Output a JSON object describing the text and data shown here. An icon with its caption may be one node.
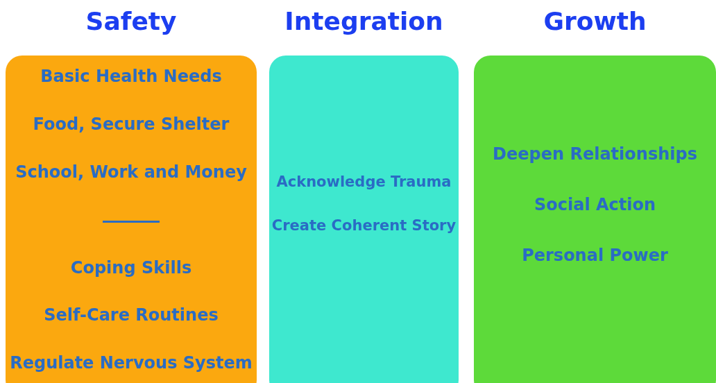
{
  "diagram": {
    "nodes": [
      {
        "text": [
          "Safety",
          "Basic Health Needs",
          "Food, Secure Shelter",
          "School, Work and Money",
          "Coping Skills",
          "Self-Care Routines",
          "Regulate Nervous System"
        ]
      },
      {
        "text": [
          "Integration",
          "Acknowledge Trauma",
          "Create Coherent Story"
        ]
      },
      {
        "text": [
          "Growth",
          "Deepen Relationships",
          "Social Action",
          "Personal Power"
        ]
      }
    ]
  }
}
